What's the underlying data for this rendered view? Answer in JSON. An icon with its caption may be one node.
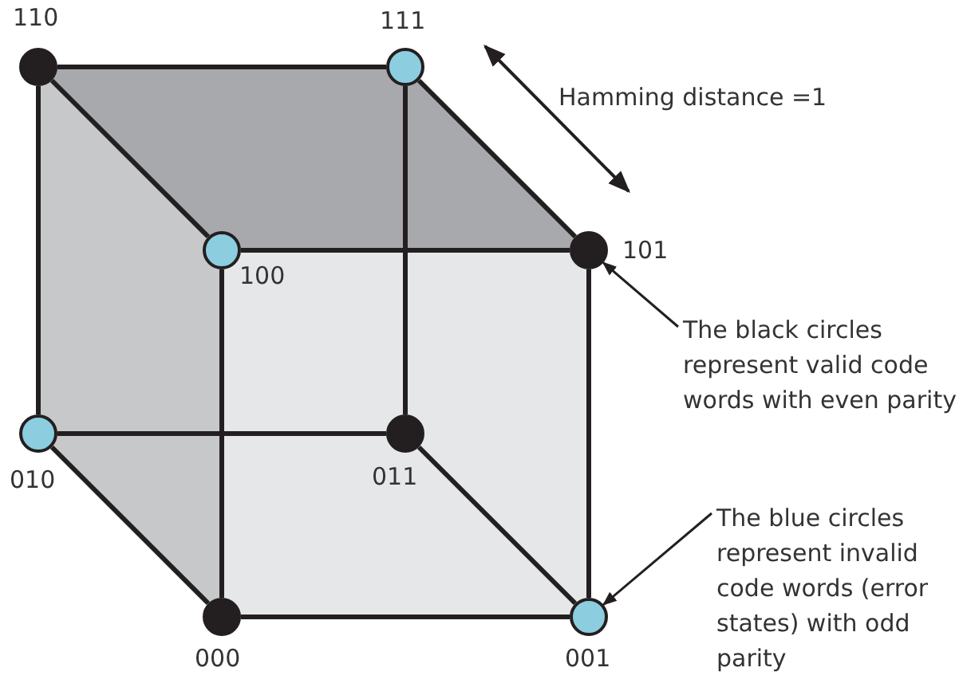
{
  "diagram": {
    "nodes": [
      {
        "text": [],
        "shape": "circle",
        "beside": [
          "110"
        ]
      },
      {
        "text": [],
        "shape": "circle",
        "beside": [
          "111"
        ]
      },
      {
        "text": [],
        "shape": "circle",
        "beside": [
          "100"
        ]
      },
      {
        "text": [],
        "shape": "circle",
        "beside": [
          "101"
        ]
      },
      {
        "text": [],
        "shape": "circle",
        "beside": [
          "010"
        ]
      },
      {
        "text": [],
        "shape": "circle",
        "beside": [
          "011"
        ]
      },
      {
        "text": [],
        "shape": "circle",
        "beside": [
          "000"
        ]
      },
      {
        "text": [],
        "shape": "circle",
        "beside": [
          "001"
        ]
      },
      {
        "text": [
          "The black circles represent valid code words with even parity"
        ]
      },
      {
        "text": [
          "The blue circles represent invalid code words (error states) with odd parity"
        ]
      }
    ],
    "edges": [
      {
        "from": 0,
        "to": 1,
        "arrow": "none"
      },
      {
        "from": 0,
        "to": 2,
        "arrow": "none"
      },
      {
        "from": 1,
        "to": 3,
        "arrow": "none"
      },
      {
        "from": 2,
        "to": 3,
        "arrow": "none"
      },
      {
        "from": 0,
        "to": 4,
        "arrow": "none"
      },
      {
        "from": 1,
        "to": 5,
        "arrow": "none"
      },
      {
        "from": 2,
        "to": 6,
        "arrow": "none"
      },
      {
        "from": 3,
        "to": 7,
        "arrow": "none"
      },
      {
        "from": 4,
        "to": 5,
        "arrow": "none"
      },
      {
        "from": 4,
        "to": 6,
        "arrow": "none"
      },
      {
        "from": 5,
        "to": 7,
        "arrow": "none"
      },
      {
        "from": 6,
        "to": 7,
        "arrow": "none"
      },
      {
        "from": 8,
        "to": 3,
        "arrow": "to"
      },
      {
        "from": 9,
        "to": 7,
        "arrow": "to"
      }
    ],
    "labels": [
      "Hamming distance =1"
    ]
  }
}
